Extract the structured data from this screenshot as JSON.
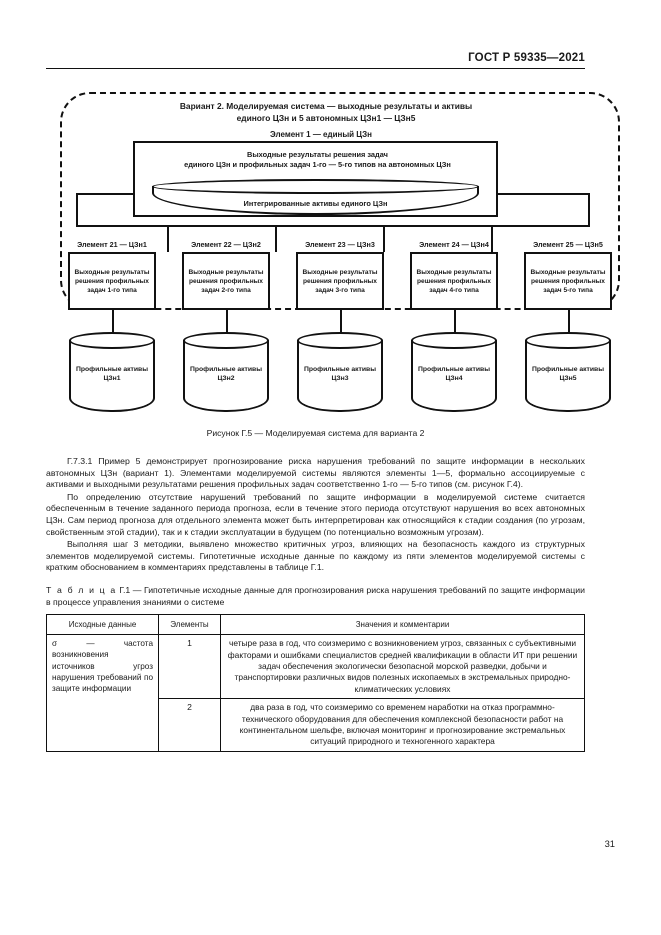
{
  "header": {
    "standard_title": "ГОСТ Р 59335—2021"
  },
  "figure": {
    "title_line1": "Вариант 2. Моделируемая система — выходные результаты и активы",
    "title_line2": "единого ЦЗн и 5 автономных ЦЗн1 — ЦЗн5",
    "element1_label": "Элемент 1 — единый ЦЗн",
    "main_box_line1": "Выходные результаты решения задач",
    "main_box_line2": "единого ЦЗн и профильных задач 1-го — 5-го типов на автономных ЦЗн",
    "inner_cylinder": "Интегрированные активы единого ЦЗн",
    "elements": [
      {
        "caption": "Элемент 21 — ЦЗн1",
        "box": "Выходные результаты решения профильных задач 1-го типа",
        "asset": "Профильные активы ЦЗн1"
      },
      {
        "caption": "Элемент 22 — ЦЗн2",
        "box": "Выходные результаты решения профильных задач 2-го типа",
        "asset": "Профильные активы ЦЗн2"
      },
      {
        "caption": "Элемент 23 — ЦЗн3",
        "box": "Выходные результаты решения профильных задач 3-го типа",
        "asset": "Профильные активы ЦЗн3"
      },
      {
        "caption": "Элемент 24 — ЦЗн4",
        "box": "Выходные результаты решения профильных задач 4-го типа",
        "asset": "Профильные активы ЦЗн4"
      },
      {
        "caption": "Элемент 25 — ЦЗн5",
        "box": "Выходные результаты решения профильных задач 5-го типа",
        "asset": "Профильные активы ЦЗн5"
      }
    ],
    "caption": "Рисунок Г.5 — Моделируемая система для варианта 2"
  },
  "body": {
    "paragraph1": "Г.7.3.1 Пример 5 демонстрирует прогнозирование риска нарушения требований по защите информации в нескольких автономных ЦЗн (вариант 1). Элементами моделируемой системы являются элементы 1—5, формально ассоциируемые с активами и выходными результатами решения профильных задач соответственно 1-го — 5-го типов (см. рисунок Г.4).",
    "paragraph2": "По определению отсутствие нарушений требований по защите информации в моделируемой системе считается обеспеченным в течение заданного периода прогноза, если в течение этого периода отсутствуют нарушения во всех автономных ЦЗн. Сам период прогноза для отдельного элемента может быть интерпретирован как относящийся к стадии создания (по угрозам, свойственным этой стадии), так и к стадии эксплуатации в будущем (по потенциально возможным угрозам).",
    "paragraph3": "Выполняя шаг 3 методики, выявлено множество критичных угроз, влияющих на безопасность каждого из структурных элементов моделируемой системы. Гипотетичные исходные данные по каждому из пяти элементов моделируемой системы с кратким обоснованием в комментариях представлены в таблице Г.1."
  },
  "table": {
    "label": "Т а б л и ц а",
    "number": "Г.1",
    "title": "— Гипотетичные исходные данные для прогнозирования риска нарушения требований по защите информации в процессе управления знаниями о системе",
    "columns": [
      "Исходные данные",
      "Элементы",
      "Значения и комментарии"
    ],
    "rows": [
      {
        "parameter": "σ — частота возникновения источников угроз нарушения требований по защите информации",
        "element": "1",
        "value": "четыре раза в год, что соизмеримо с возникновением угроз, связанных с субъективными факторами и ошибками специалистов средней квалификации в области ИТ при решении задач обеспечения экологически безопасной морской разведки, добычи и транспортировки различных видов полезных ископаемых в экстремальных природно-климатических условиях"
      },
      {
        "parameter": "",
        "element": "2",
        "value": "два раза в год, что соизмеримо со временем наработки на отказ программно-технического оборудования для обеспечения комплексной безопасности работ на континентальном шельфе, включая мониторинг и прогнозирование экстремальных ситуаций природного и техногенного характера"
      }
    ]
  },
  "footer": {
    "page_number": "31"
  }
}
